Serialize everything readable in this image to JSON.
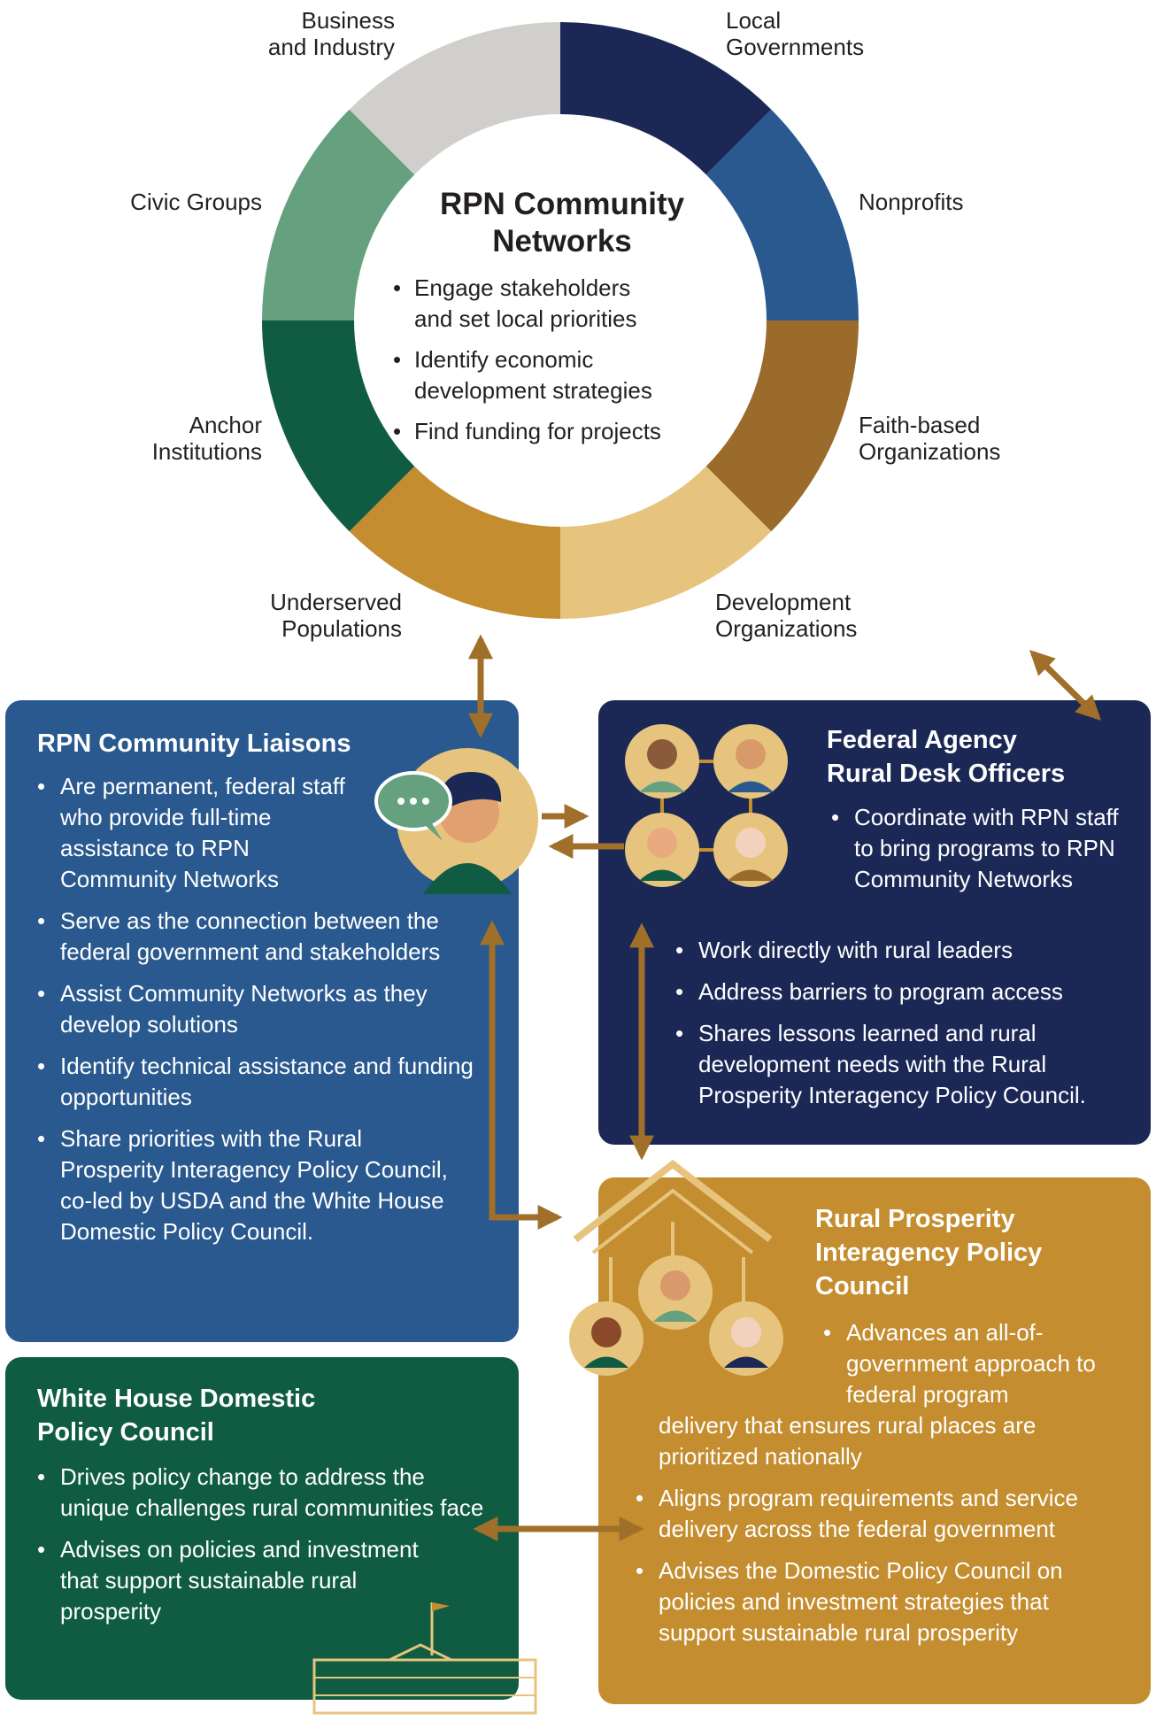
{
  "colors": {
    "local": "#1b2856",
    "nonprofits": "#29598f",
    "faith": "#9a6b2a",
    "development": "#e6c47e",
    "underserved": "#c48d2f",
    "anchor": "#0f5c43",
    "civic": "#65a07f",
    "business": "#d1cfcc",
    "liaisons_box": "#29598f",
    "federal_box": "#1b2856",
    "council_box": "#c48d2f",
    "whitehouse_box": "#0f5c43",
    "arrow": "#a0702a"
  },
  "ring": {
    "segments": [
      {
        "key": "local",
        "line1": "Local",
        "line2": "Governments"
      },
      {
        "key": "nonprofits",
        "line1": "Nonprofits",
        "line2": ""
      },
      {
        "key": "faith",
        "line1": "Faith-based",
        "line2": "Organizations"
      },
      {
        "key": "development",
        "line1": "Development",
        "line2": "Organizations"
      },
      {
        "key": "underserved",
        "line1": "Underserved",
        "line2": "Populations"
      },
      {
        "key": "anchor",
        "line1": "Anchor",
        "line2": "Institutions"
      },
      {
        "key": "civic",
        "line1": "Civic Groups",
        "line2": ""
      },
      {
        "key": "business",
        "line1": "Business",
        "line2": "and Industry"
      }
    ],
    "center_title_1": "RPN Community",
    "center_title_2": "Networks",
    "center_bullets": [
      {
        "l1": "Engage stakeholders",
        "l2": "and set local priorities"
      },
      {
        "l1": "Identify economic",
        "l2": "development strategies"
      },
      {
        "l1": "Find funding for projects",
        "l2": ""
      }
    ]
  },
  "liaisons": {
    "title": "RPN Community Liaisons",
    "bullets": [
      "Are permanent, federal staff who provide full-time assistance to RPN Community Networks",
      "Serve as the connection between the federal government and stakeholders",
      "Assist Community Networks as they develop solutions",
      "Identify technical assistance and funding opportunities",
      "Share priorities with the Rural Prosperity Interagency Policy Council, co-led by USDA and the White House Domestic Policy Council."
    ]
  },
  "federal": {
    "title_1": "Federal Agency",
    "title_2": "Rural Desk Officers",
    "bullet_top": "Coordinate with RPN staff to bring programs to RPN Community Networks",
    "bullets": [
      "Work directly with rural leaders",
      "Address barriers to program access",
      "Shares lessons learned and rural development needs with the Rural Prosperity Interagency Policy Council."
    ]
  },
  "council": {
    "title_1": "Rural Prosperity",
    "title_2": "Interagency Policy",
    "title_3": "Council",
    "bullet_top": "Advances an all-of-government approach to federal program",
    "bullet_top_cont": "delivery that ensures rural places are prioritized nationally",
    "bullets": [
      "Aligns program requirements and service delivery across the federal government",
      "Advises the Domestic Policy Council on policies and investment strategies that support sustainable rural prosperity"
    ]
  },
  "whitehouse": {
    "title_1": "White House Domestic",
    "title_2": "Policy Council",
    "bullets": [
      "Drives policy change to address the unique challenges rural communities face",
      "Advises on policies and investment that support sustainable rural prosperity"
    ]
  },
  "icons": {
    "speech": "speech-bubble-icon",
    "liaison": "liaison-person-icon",
    "officers": "desk-officers-group-icon",
    "council": "council-roof-group-icon",
    "whitehouse": "white-house-icon"
  }
}
